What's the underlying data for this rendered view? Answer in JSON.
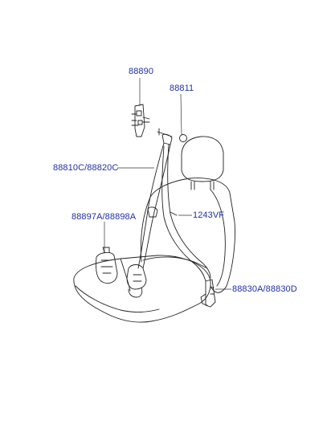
{
  "labels": {
    "p88890": "88890",
    "p88811": "88811",
    "p88810c": "88810C/88820C",
    "p88897a": "88897A/88898A",
    "p1243vf": "1243VF",
    "p88830a": "88830A/88830D"
  },
  "colors": {
    "label_text": "#1f2fa8",
    "line_art": "#222222",
    "leader": "#333333",
    "background": "#ffffff"
  }
}
